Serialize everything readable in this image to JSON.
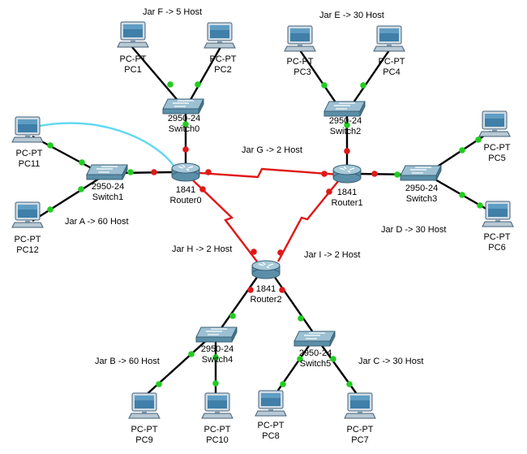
{
  "colors": {
    "ethernet_cable": "#000000",
    "serial_cable": "#e01818",
    "console_cable": "#5fd8f0",
    "link_up_dot": "#22cc22",
    "link_down_dot": "#e01818",
    "device_body": "#5b8fa8"
  },
  "networks": {
    "A": "Jar A -> 60 Host",
    "B": "Jar B -> 60 Host",
    "C": "Jar C -> 30 Host",
    "D": "Jar D -> 30 Host",
    "E": "Jar E -> 30 Host",
    "F": "Jar F -> 5 Host",
    "G": "Jar G -> 2 Host",
    "H": "Jar H -> 2 Host",
    "I": "Jar I -> 2 Host"
  },
  "routers": {
    "r0": {
      "model": "1841",
      "name": "Router0"
    },
    "r1": {
      "model": "1841",
      "name": "Router1"
    },
    "r2": {
      "model": "1841",
      "name": "Router2"
    }
  },
  "switches": {
    "s0": {
      "model": "2950-24",
      "name": "Switch0"
    },
    "s1": {
      "model": "2950-24",
      "name": "Switch1"
    },
    "s2": {
      "model": "2950-24",
      "name": "Switch2"
    },
    "s3": {
      "model": "2950-24",
      "name": "Switch3"
    },
    "s4": {
      "model": "2950-24",
      "name": "Switch4"
    },
    "s5": {
      "model": "2950-24",
      "name": "Switch5"
    }
  },
  "pcs": {
    "pc1": {
      "type": "PC-PT",
      "name": "PC1"
    },
    "pc2": {
      "type": "PC-PT",
      "name": "PC2"
    },
    "pc3": {
      "type": "PC-PT",
      "name": "PC3"
    },
    "pc4": {
      "type": "PC-PT",
      "name": "PC4"
    },
    "pc5": {
      "type": "PC-PT",
      "name": "PC5"
    },
    "pc6": {
      "type": "PC-PT",
      "name": "PC6"
    },
    "pc7": {
      "type": "PC-PT",
      "name": "PC7"
    },
    "pc8": {
      "type": "PC-PT",
      "name": "PC8"
    },
    "pc9": {
      "type": "PC-PT",
      "name": "PC9"
    },
    "pc10": {
      "type": "PC-PT",
      "name": "PC10"
    },
    "pc11": {
      "type": "PC-PT",
      "name": "PC11"
    },
    "pc12": {
      "type": "PC-PT",
      "name": "PC12"
    }
  }
}
